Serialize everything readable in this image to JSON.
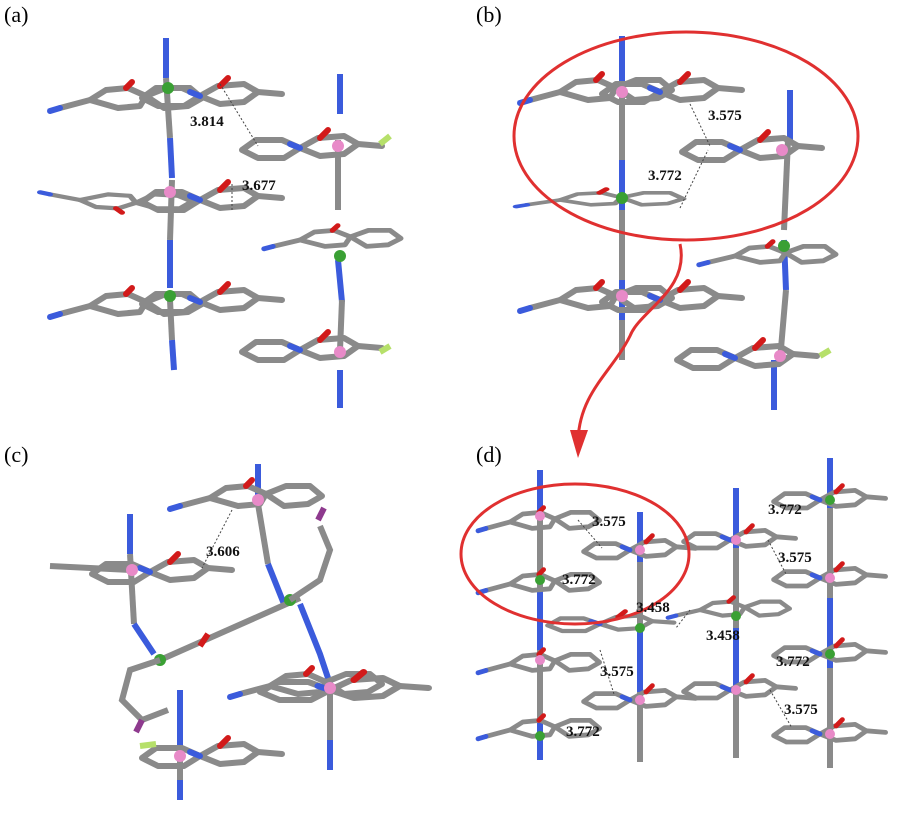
{
  "colors": {
    "carbon": "#8a8a8a",
    "carbon_dark": "#5c5c5c",
    "nitrogen": "#3b5bdc",
    "oxygen": "#d21a1a",
    "metal_pink": "#e88ac8",
    "metal_green": "#3aa034",
    "fluorine": "#b6e06a",
    "halogen_purple": "#8e3a8e",
    "highlight_ring": "#e03030",
    "contact_line": "#444444"
  },
  "panels": [
    {
      "id": "a",
      "label": "(a)",
      "distances": [
        "3.814",
        "3.677"
      ]
    },
    {
      "id": "b",
      "label": "(b)",
      "distances": [
        "3.575",
        "3.772"
      ]
    },
    {
      "id": "c",
      "label": "(c)",
      "distances": [
        "3.606"
      ]
    },
    {
      "id": "d",
      "label": "(d)",
      "distances": [
        "3.575",
        "3.772",
        "3.772",
        "3.575",
        "3.458",
        "3.458",
        "3.575",
        "3.772",
        "3.772",
        "3.575"
      ]
    }
  ]
}
